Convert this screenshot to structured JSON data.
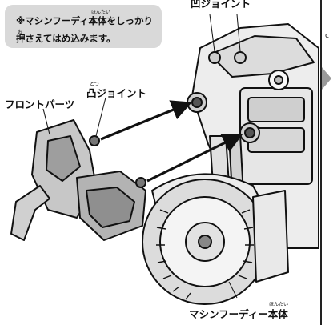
{
  "note": {
    "line1": "※マシンフーディ本体をしっかり",
    "line2": "押さえてはめ込みます。",
    "ruby_honntai": "ほんたい",
    "ruby_osa": "お"
  },
  "labels": {
    "top_concave": "凹ジョイント",
    "convex": "凸ジョイント",
    "convex_ruby": "とつ",
    "front_parts": "フロントパーツ",
    "body": "マシンフーディー本体",
    "body_ruby": "ほんたい"
  },
  "colors": {
    "ink": "#111111",
    "note_bg": "#d9d9d9",
    "arrow_gray": "#9a9a9a"
  }
}
